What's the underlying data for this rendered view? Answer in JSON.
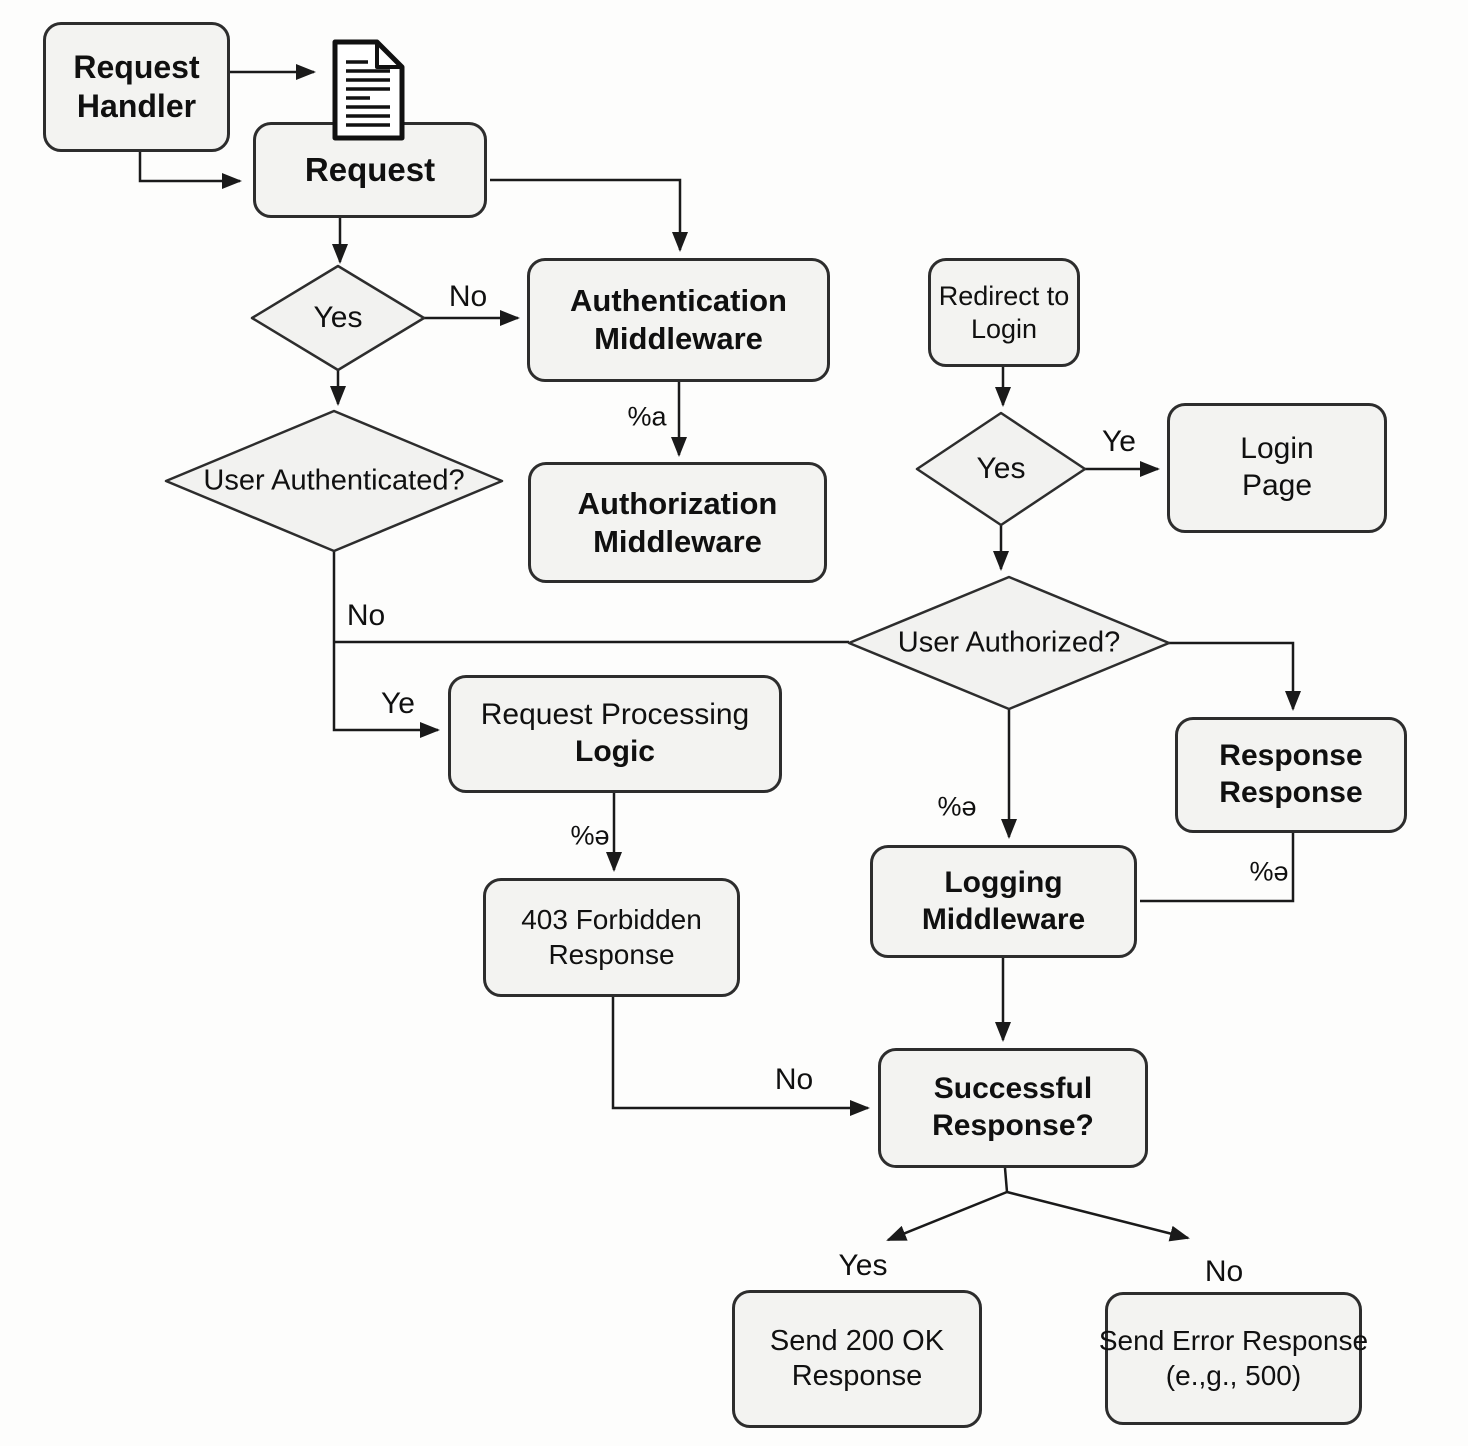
{
  "diagram": {
    "type": "flowchart",
    "colors": {
      "background": "#fdfdfc",
      "node_fill": "#f3f3f1",
      "node_border": "#2d2d2d",
      "connector": "#1a1a1a",
      "text": "#101010"
    },
    "icons": {
      "request_document": "document-icon"
    },
    "nodes": {
      "request_handler": {
        "label": "Request\nHandler"
      },
      "request": {
        "label": "Request"
      },
      "decision_yes_left": {
        "label": "Yes"
      },
      "user_authenticated": {
        "label": "User Authenticated?"
      },
      "authentication_middleware": {
        "label": "Authentication\nMiddleware"
      },
      "authorization_middleware": {
        "label": "Authorization\nMiddleware"
      },
      "redirect_to_login": {
        "label": "Redirect to\nLogin"
      },
      "decision_yes_right": {
        "label": "Yes"
      },
      "login_page": {
        "label": "Login\nPage"
      },
      "user_authorized": {
        "label": "User Authorized?"
      },
      "request_processing_logic": {
        "label_top": "Request Processing",
        "label_bottom": "Logic"
      },
      "forbidden_403": {
        "label": "403 Forbidden\nResponse"
      },
      "response_response": {
        "label": "Response\nResponse"
      },
      "logging_middleware": {
        "label": "Logging\nMiddleware"
      },
      "successful_response": {
        "label": "Successful\nResponse?"
      },
      "send_200_ok": {
        "label": "Send 200 OK\nResponse"
      },
      "send_error": {
        "label": "Send Error Response\n(e.,g., 500)"
      }
    },
    "edge_labels": {
      "no_to_auth": {
        "text": "No"
      },
      "pct_a": {
        "text": "%a"
      },
      "no_user_authenticated": {
        "text": "No"
      },
      "ye_to_processing": {
        "text": "Ye"
      },
      "pct_e_processing": {
        "text": "%ə"
      },
      "no_to_successful": {
        "text": "No"
      },
      "ye_to_login": {
        "text": "Ye"
      },
      "pct_e_logging": {
        "text": "%ə"
      },
      "pct_e_response": {
        "text": "%ə"
      },
      "yes_to_200": {
        "text": "Yes"
      },
      "no_to_error": {
        "text": "No"
      }
    }
  }
}
